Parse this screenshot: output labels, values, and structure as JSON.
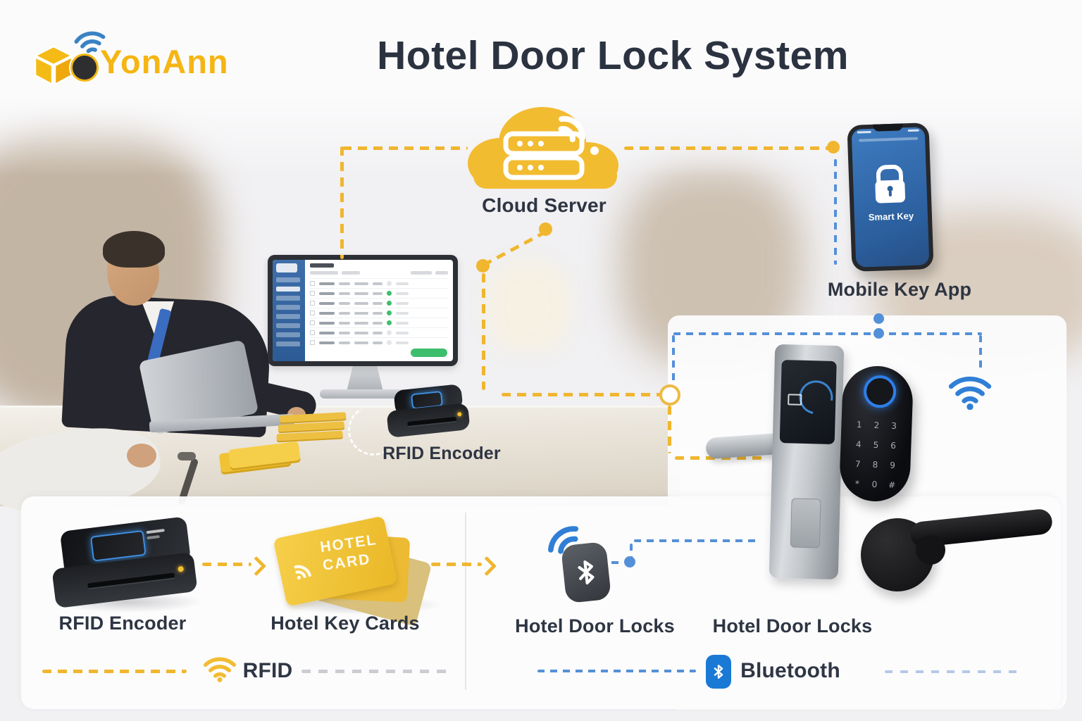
{
  "brand": {
    "name": "YonAnn"
  },
  "header": {
    "title": "Hotel Door Lock System"
  },
  "cloud": {
    "label": "Cloud Server"
  },
  "mobile": {
    "label": "Mobile Key App",
    "screen_app_title": "Smart Key"
  },
  "front_desk": {
    "encoder_label": "RFID Encoder"
  },
  "bottom_row": {
    "encoder": {
      "label": "RFID Encoder"
    },
    "key_cards": {
      "label": "Hotel Key Cards",
      "card_text": [
        "HOTEL",
        "CARD"
      ]
    },
    "door_locks_left": {
      "label": "Hotel Door Locks"
    },
    "door_locks_right": {
      "label": "Hotel Door Locks"
    }
  },
  "door_lock_keypad": {
    "keys": [
      "1",
      "2",
      "3",
      "4",
      "5",
      "6",
      "7",
      "8",
      "9",
      "*",
      "0",
      "#"
    ]
  },
  "legend": {
    "rfid_label": "RFID",
    "bluetooth_label": "Bluetooth"
  },
  "colors": {
    "brand_yellow": "#F2B72C",
    "link_blue": "#5490D8",
    "bluetooth_blue": "#1B79D6",
    "text_dark": "#2B3240",
    "status_green": "#3DBE6C",
    "phone_screen_blue": "#2E6CB5"
  }
}
